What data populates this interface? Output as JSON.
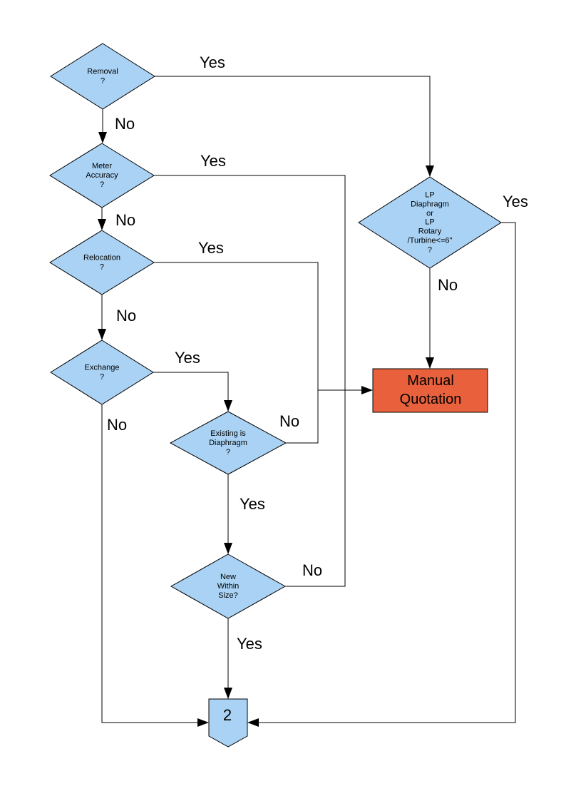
{
  "colors": {
    "decision_fill": "#A9D2F4",
    "terminal_fill": "#E8613C",
    "connector_fill": "#A9D2F4",
    "line": "#000000",
    "text": "#000000",
    "background": "#FFFFFF"
  },
  "nodes": {
    "removal": {
      "label": "Removal\n?"
    },
    "meter_accuracy": {
      "label": "Meter\nAccuracy\n?"
    },
    "relocation": {
      "label": "Relocation\n?"
    },
    "exchange": {
      "label": "Exchange\n?"
    },
    "existing_is_diaphragm": {
      "label": "Existing is\nDiaphragm\n?"
    },
    "new_within_size": {
      "label": "New\nWithin\nSize?"
    },
    "lp_meter_type": {
      "label": "LP\nDiaphragm\nor\nLP\nRotary\n/Turbine<=6\"\n?"
    },
    "manual_quotation": {
      "label": "Manual\nQuotation"
    },
    "offpage_connector_2": {
      "label": "2"
    }
  },
  "edge_labels": {
    "removal_yes": "Yes",
    "removal_no": "No",
    "meter_accuracy_yes": "Yes",
    "meter_accuracy_no": "No",
    "relocation_yes": "Yes",
    "relocation_no": "No",
    "exchange_yes": "Yes",
    "exchange_no": "No",
    "existing_is_diaphragm_no": "No",
    "existing_is_diaphragm_yes": "Yes",
    "new_within_size_no": "No",
    "new_within_size_yes": "Yes",
    "lp_meter_type_yes": "Yes",
    "lp_meter_type_no": "No"
  }
}
